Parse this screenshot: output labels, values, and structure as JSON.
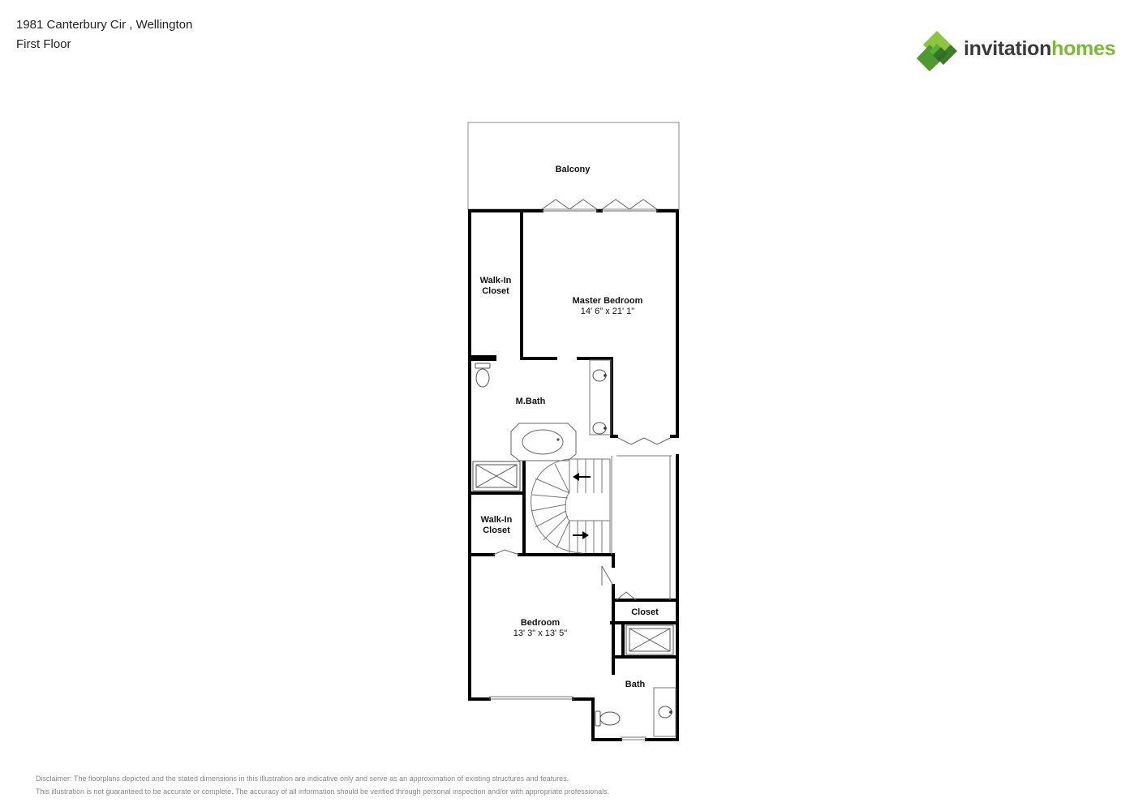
{
  "header": {
    "address": "1981 Canterbury Cir , Wellington",
    "floor": "First Floor"
  },
  "brand": {
    "name_part1": "invitation",
    "name_part2": "homes",
    "color_dark": "#3a3a3a",
    "color_green": "#7ab934"
  },
  "rooms": {
    "balcony": "Balcony",
    "walkin_top_line1": "Walk-In",
    "walkin_top_line2": "Closet",
    "master_bedroom": "Master Bedroom",
    "master_bedroom_dims": "14' 6\" x 21' 1\"",
    "master_bath": "M.Bath",
    "walkin_mid_line1": "Walk-In",
    "walkin_mid_line2": "Closet",
    "closet": "Closet",
    "bedroom": "Bedroom",
    "bedroom_dims": "13' 3\" x 13' 5\"",
    "bath": "Bath"
  },
  "footer": {
    "disclaimer_line1": "Disclaimer: The floorplans depicted and the stated dimensions in this illustration are indicative only and serve as an approximation of existing structures and features.",
    "disclaimer_line2": "This illustration is not guaranteed to be accurate or complete. The accuracy of all information should be verified through personal inspection and/or with appropriate professionals."
  }
}
